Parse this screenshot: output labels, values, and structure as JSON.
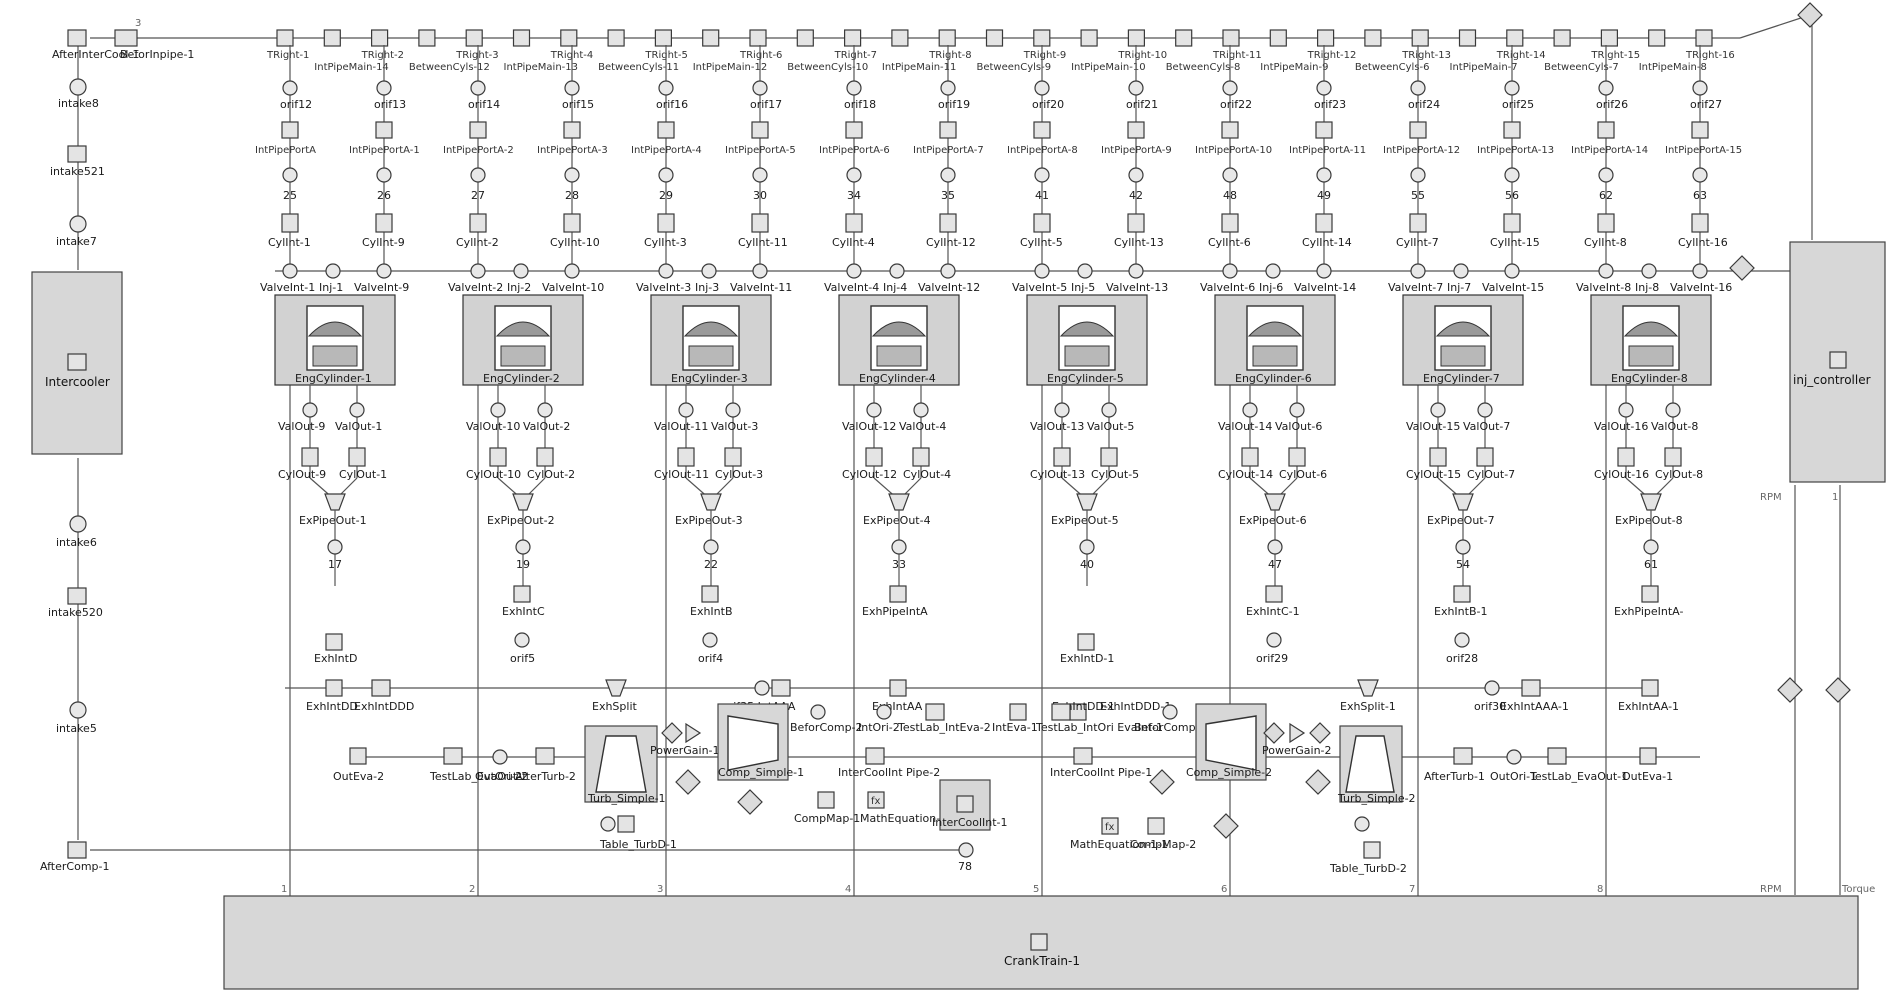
{
  "blocks": {
    "intercooler": "Intercooler",
    "inj_controller": "inj_controller",
    "crank_train": "CrankTrain-1",
    "after_intercool": "AfterInterCool-1",
    "before_inpipe": "BeforInpipe-1",
    "intake8": "intake8",
    "intake521": "intake521",
    "intake7": "intake7",
    "intake6": "intake6",
    "intake520": "intake520",
    "intake5": "intake5",
    "after_comp": "AfterComp-1"
  },
  "top_row": [
    "TRight-1",
    "IntPipeMain-14",
    "TRight-2",
    "BetweenCyls-12",
    "TRight-3",
    "IntPipeMain-13",
    "TRight-4",
    "BetweenCyls-11",
    "TRight-5",
    "IntPipeMain-12",
    "TRight-6",
    "BetweenCyls-10",
    "TRight-7",
    "IntPipeMain-11",
    "TRight-8",
    "BetweenCyls-9",
    "TRight-9",
    "IntPipeMain-10",
    "TRight-10",
    "BetweenCyls-8",
    "TRight-11",
    "IntPipeMain-9",
    "TRight-12",
    "BetweenCyls-6",
    "TRight-13",
    "IntPipeMain-7",
    "TRight-14",
    "BetweenCyls-7",
    "TRight-15",
    "IntPipeMain-8",
    "TRight-16"
  ],
  "intake_columns": [
    {
      "orifice": "orif12",
      "port": "IntPipePortA",
      "num": "25",
      "cyl": "CylInt-1",
      "valve": "ValveInt-1"
    },
    {
      "orifice": "orif13",
      "port": "IntPipePortA-1",
      "num": "26",
      "cyl": "CylInt-9",
      "valve": "ValveInt-9"
    },
    {
      "orifice": "orif14",
      "port": "IntPipePortA-2",
      "num": "27",
      "cyl": "CylInt-2",
      "valve": "ValveInt-2"
    },
    {
      "orifice": "orif15",
      "port": "IntPipePortA-3",
      "num": "28",
      "cyl": "CylInt-10",
      "valve": "ValveInt-10"
    },
    {
      "orifice": "orif16",
      "port": "IntPipePortA-4",
      "num": "29",
      "cyl": "CylInt-3",
      "valve": "ValveInt-3"
    },
    {
      "orifice": "orif17",
      "port": "IntPipePortA-5",
      "num": "30",
      "cyl": "CylInt-11",
      "valve": "ValveInt-11"
    },
    {
      "orifice": "orif18",
      "port": "IntPipePortA-6",
      "num": "34",
      "cyl": "CylInt-4",
      "valve": "ValveInt-4"
    },
    {
      "orifice": "orif19",
      "port": "IntPipePortA-7",
      "num": "35",
      "cyl": "CylInt-12",
      "valve": "ValveInt-12"
    },
    {
      "orifice": "orif20",
      "port": "IntPipePortA-8",
      "num": "41",
      "cyl": "CylInt-5",
      "valve": "ValveInt-5"
    },
    {
      "orifice": "orif21",
      "port": "IntPipePortA-9",
      "num": "42",
      "cyl": "CylInt-13",
      "valve": "ValveInt-13"
    },
    {
      "orifice": "orif22",
      "port": "IntPipePortA-10",
      "num": "48",
      "cyl": "CylInt-6",
      "valve": "ValveInt-6"
    },
    {
      "orifice": "orif23",
      "port": "IntPipePortA-11",
      "num": "49",
      "cyl": "CylInt-14",
      "valve": "ValveInt-14"
    },
    {
      "orifice": "orif24",
      "port": "IntPipePortA-12",
      "num": "55",
      "cyl": "CylInt-7",
      "valve": "ValveInt-7"
    },
    {
      "orifice": "orif25",
      "port": "IntPipePortA-13",
      "num": "56",
      "cyl": "CylInt-15",
      "valve": "ValveInt-15"
    },
    {
      "orifice": "orif26",
      "port": "IntPipePortA-14",
      "num": "62",
      "cyl": "CylInt-8",
      "valve": "ValveInt-8"
    },
    {
      "orifice": "orif27",
      "port": "IntPipePortA-15",
      "num": "63",
      "cyl": "CylInt-16",
      "valve": "ValveInt-16"
    }
  ],
  "injectors": [
    "Inj-1",
    "Inj-2",
    "Inj-3",
    "Inj-4",
    "Inj-5",
    "Inj-6",
    "Inj-7",
    "Inj-8"
  ],
  "cylinders": [
    {
      "name": "EngCylinder-1",
      "valA": "ValOut-9",
      "valB": "ValOut-1",
      "cylA": "CylOut-9",
      "cylB": "CylOut-1",
      "pipe": "ExPipeOut-1",
      "num": "17"
    },
    {
      "name": "EngCylinder-2",
      "valA": "ValOut-10",
      "valB": "ValOut-2",
      "cylA": "CylOut-10",
      "cylB": "CylOut-2",
      "pipe": "ExPipeOut-2",
      "num": "19"
    },
    {
      "name": "EngCylinder-3",
      "valA": "ValOut-11",
      "valB": "ValOut-3",
      "cylA": "CylOut-11",
      "cylB": "CylOut-3",
      "pipe": "ExPipeOut-3",
      "num": "22"
    },
    {
      "name": "EngCylinder-4",
      "valA": "ValOut-12",
      "valB": "ValOut-4",
      "cylA": "CylOut-12",
      "cylB": "CylOut-4",
      "pipe": "ExPipeOut-4",
      "num": "33"
    },
    {
      "name": "EngCylinder-5",
      "valA": "ValOut-13",
      "valB": "ValOut-5",
      "cylA": "CylOut-13",
      "cylB": "CylOut-5",
      "pipe": "ExPipeOut-5",
      "num": "40"
    },
    {
      "name": "EngCylinder-6",
      "valA": "ValOut-14",
      "valB": "ValOut-6",
      "cylA": "CylOut-14",
      "cylB": "CylOut-6",
      "pipe": "ExPipeOut-6",
      "num": "47"
    },
    {
      "name": "EngCylinder-7",
      "valA": "ValOut-15",
      "valB": "ValOut-7",
      "cylA": "CylOut-15",
      "cylB": "CylOut-7",
      "pipe": "ExPipeOut-7",
      "num": "54"
    },
    {
      "name": "EngCylinder-8",
      "valA": "ValOut-16",
      "valB": "ValOut-8",
      "cylA": "CylOut-16",
      "cylB": "CylOut-8",
      "pipe": "ExPipeOut-8",
      "num": "61"
    }
  ],
  "exhaust": {
    "exh_int_c": "ExhIntC",
    "exh_int_b": "ExhIntB",
    "exh_pipe_int_a": "ExhPipeIntA",
    "exh_int_c1": "ExhIntC-1",
    "exh_int_b1": "ExhIntB-1",
    "exh_pipe_int_a_right": "ExhPipeIntA-",
    "exh_int_d": "ExhIntD",
    "exh_int_d1": "ExhIntD-1",
    "orif5": "orif5",
    "orif4": "orif4",
    "orif29": "orif29",
    "orif28": "orif28",
    "exh_int_dd": "ExhIntDD",
    "exh_int_ddd": "ExhIntDDD",
    "exh_split": "ExhSplit",
    "exh_split1": "ExhSplit-1",
    "exh_int_aa": "ExhIntAA",
    "orif35_aaa": "orif35 IntAAA",
    "orif30": "orif30",
    "exh_int_aaa1": "ExhIntAAA-1",
    "exh_int_aa1": "ExhIntAA-1",
    "exh_int_dd1": "ExhIntDD-1",
    "exh_int_ddd1": "ExhIntDDD-1"
  },
  "turbo_left": {
    "out_eva": "OutEva-2",
    "test_lab": "TestLab_EvaOut-2",
    "out_ori": "OutOri-2",
    "after_turb": "AfterTurb-2",
    "turb": "Turb_Simple-1",
    "power_gain": "PowerGain-1",
    "comp": "Comp_Simple-1",
    "befor_comp": "BeforComp-2",
    "int_ori": "IntOri-2",
    "test_lab_int": "TestLab_IntEva-2",
    "int_eva_1": "IntEva-1",
    "intercool_pipe": "InterCoolInt Pipe-2",
    "comp_map": "CompMap-1",
    "math_eq": "MathEquation-1",
    "table_turb": "Table_TurbD-1"
  },
  "turbo_right": {
    "test_lab_int": "TestLab_IntOri EvaInt-1",
    "befor_comp": "BeforComp-1",
    "intercool_pipe": "InterCoolInt Pipe-1",
    "comp": "Comp_Simple-2",
    "power_gain": "PowerGain-2",
    "turb": "Turb_Simple-2",
    "after_turb": "AfterTurb-1",
    "out_ori": "OutOri-1",
    "test_lab": "TestLab_EvaOut-1",
    "out_eva": "OutEva-1",
    "math_eq": "MathEquation-1-1",
    "comp_map": "CompMap-2",
    "table_turb": "Table_TurbD-2"
  },
  "center": {
    "intercool_int": "InterCoolInt-1",
    "num78": "78"
  },
  "port_numbers": [
    "1",
    "2",
    "3",
    "4",
    "5",
    "6",
    "7",
    "8"
  ],
  "signal_labels": {
    "rpm_left": "RPM",
    "rpm_bottom": "RPM",
    "torque": "Torque",
    "port1": "1",
    "port3": "3"
  }
}
